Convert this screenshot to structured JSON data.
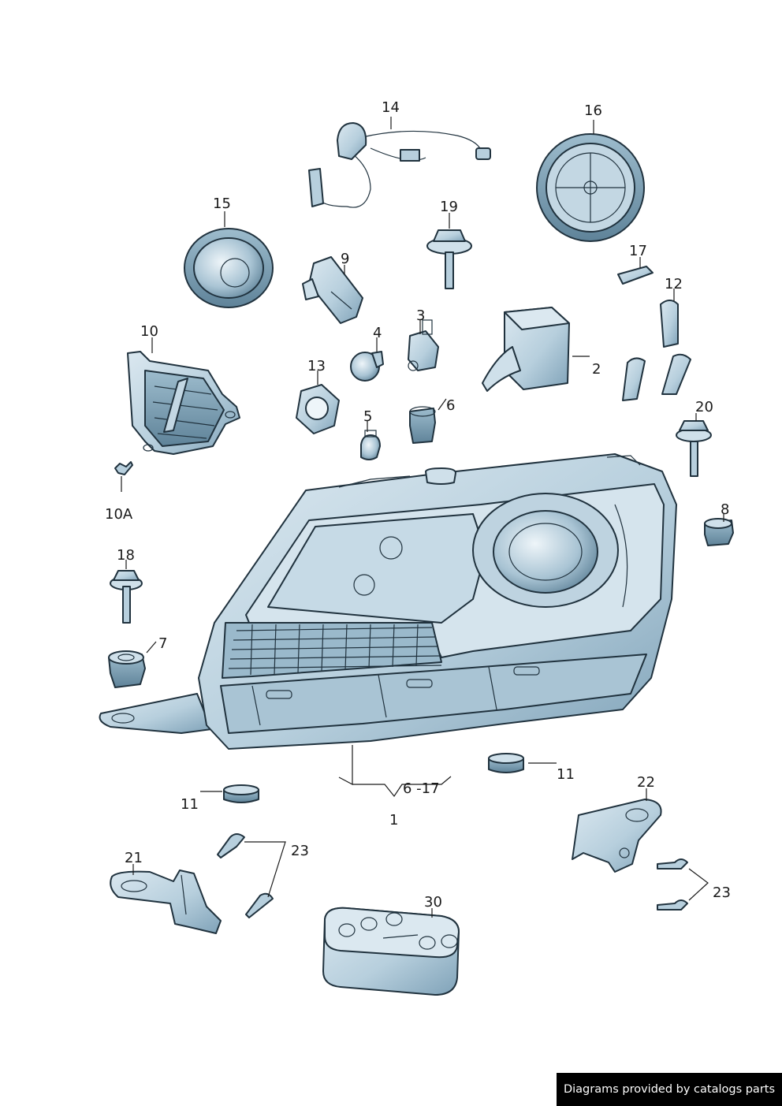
{
  "diagram": {
    "callouts": {
      "c1": "1",
      "c2": "2",
      "c3": "3",
      "c4": "4",
      "c5": "5",
      "c6": "6",
      "c7": "7",
      "c8": "8",
      "c9": "9",
      "c10": "10",
      "c10a": "10A",
      "c11a": "11",
      "c11b": "11",
      "c12": "12",
      "c13": "13",
      "c14": "14",
      "c15": "15",
      "c16": "16",
      "c17": "17",
      "c18": "18",
      "c19": "19",
      "c20": "20",
      "c21": "21",
      "c22": "22",
      "c23a": "23",
      "c23b": "23",
      "c30": "30",
      "c617": "6 -17"
    },
    "colors": {
      "part_fill": "#c3d7e3",
      "part_shade": "#8fb0c4",
      "outline": "#20323e"
    }
  },
  "footer": {
    "credit": "Diagrams provided by catalogs parts"
  }
}
